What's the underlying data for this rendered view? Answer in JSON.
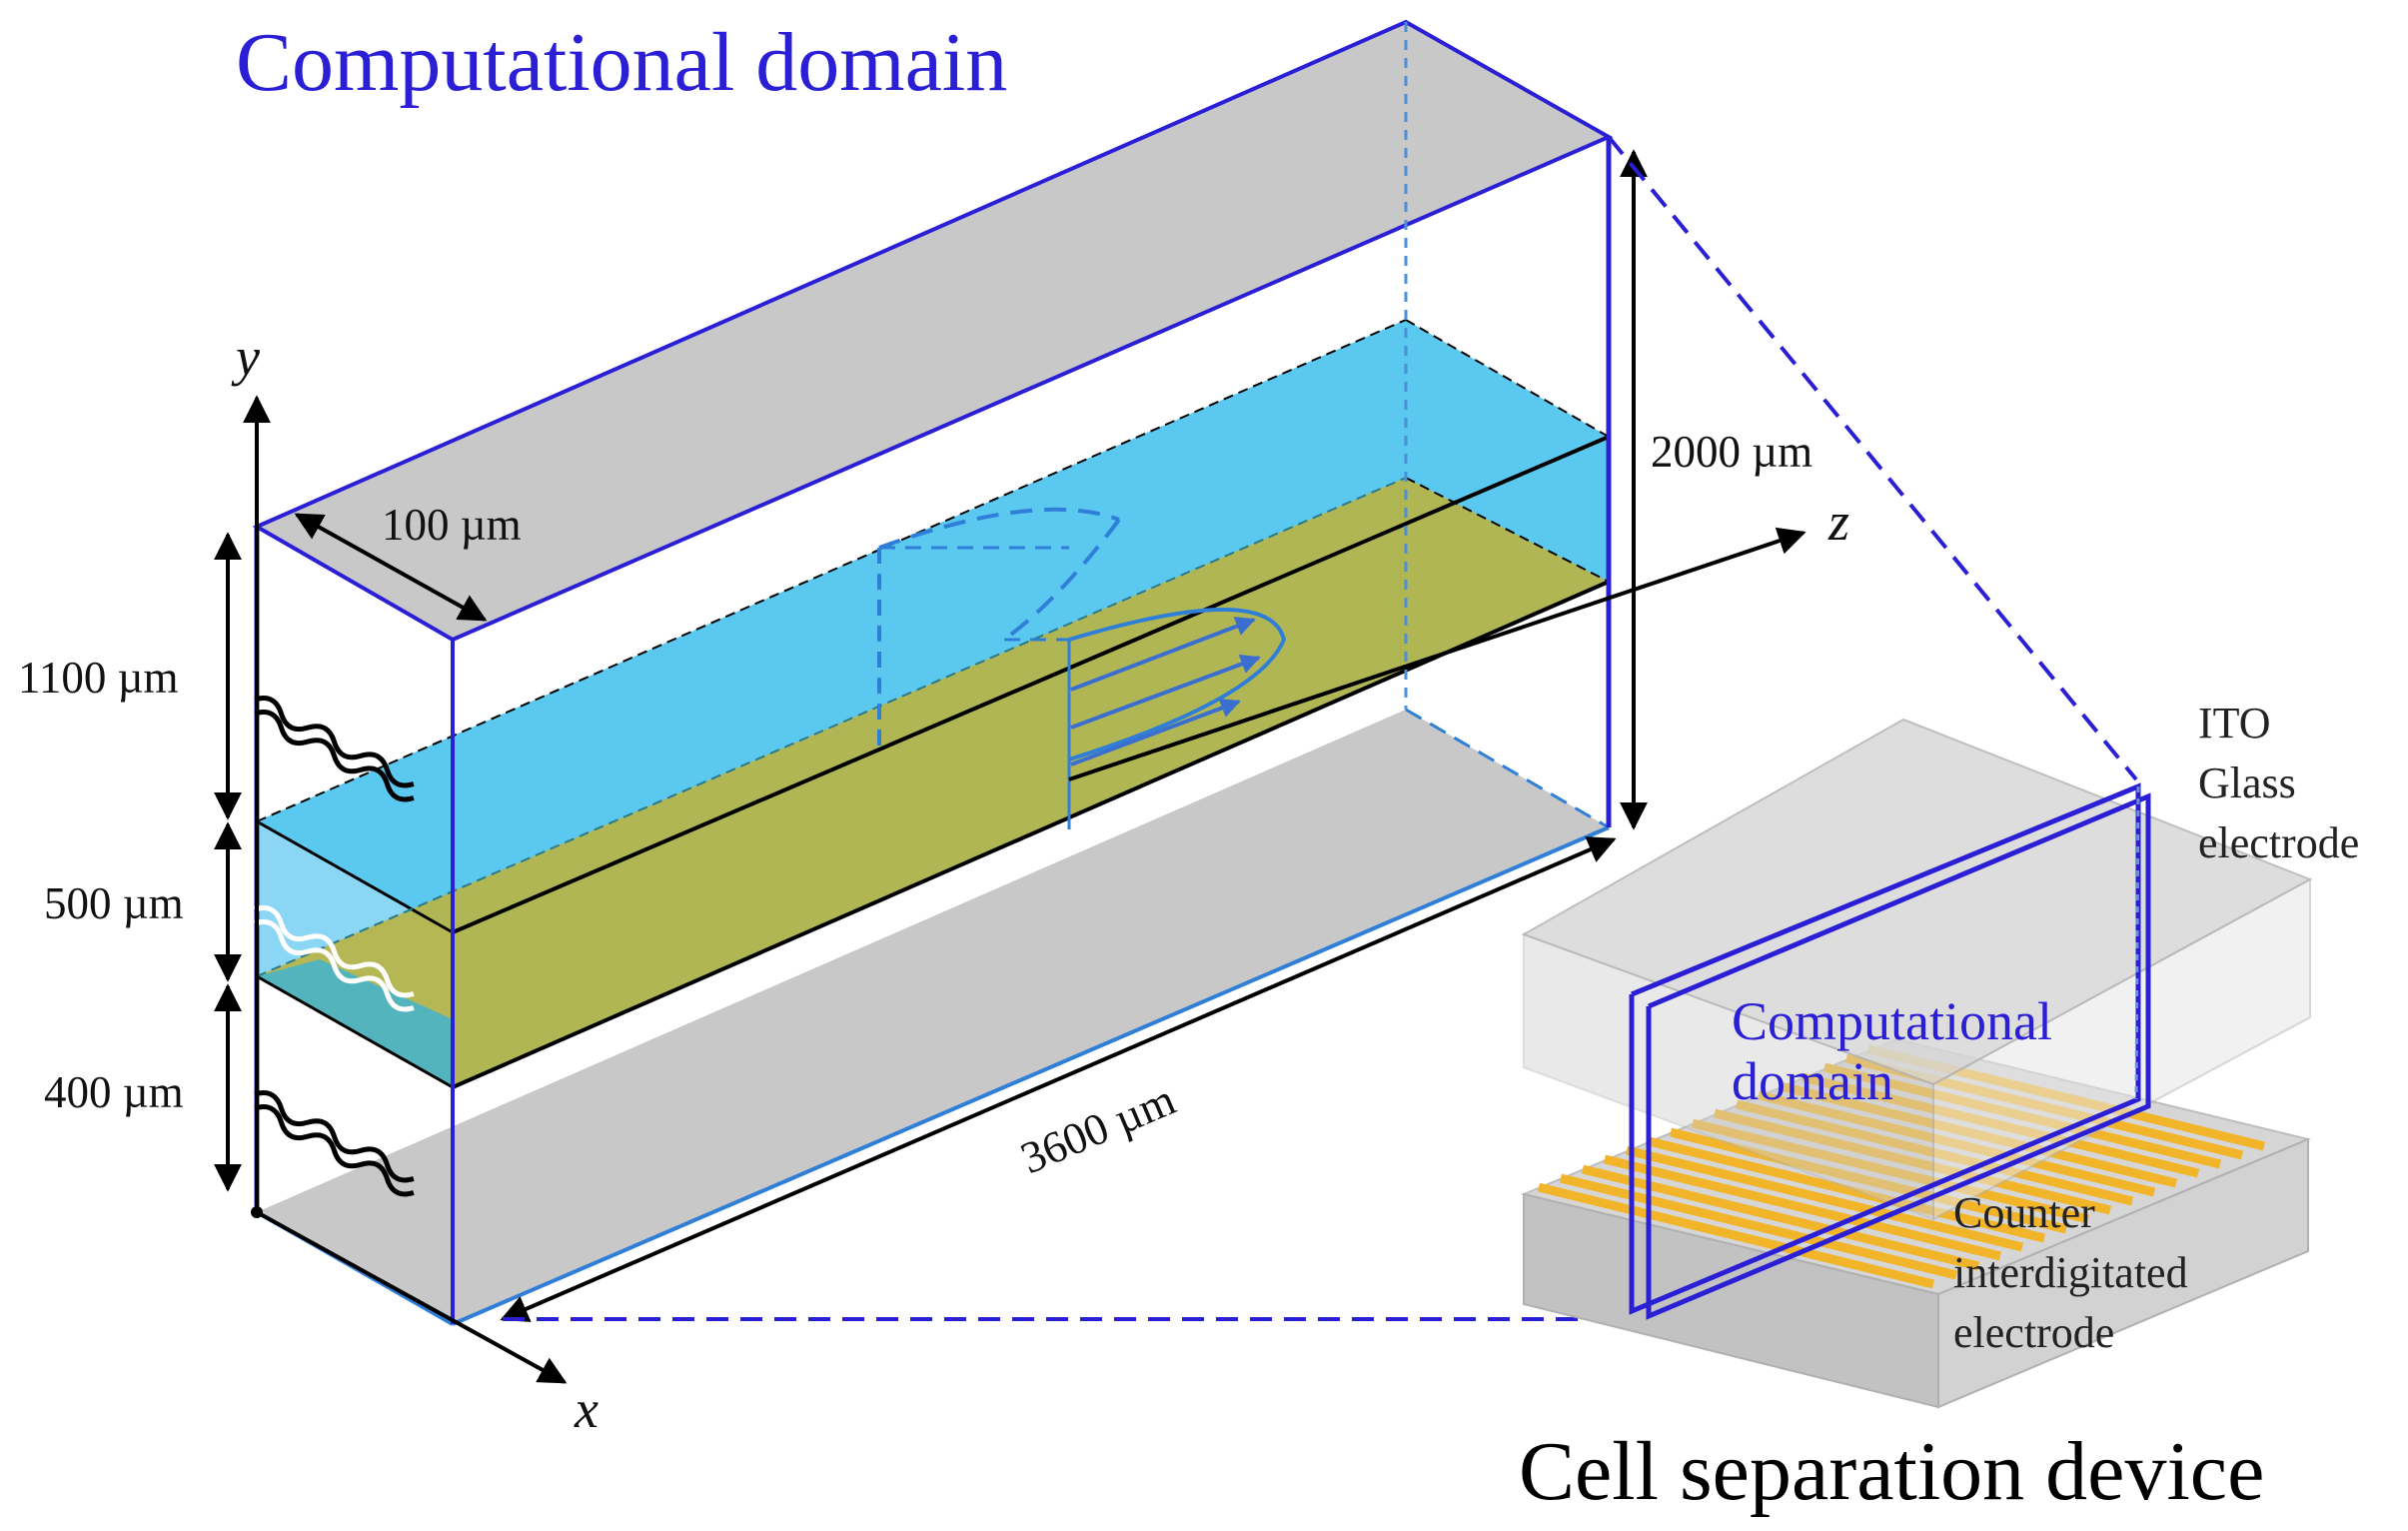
{
  "title": "Computational domain",
  "colors": {
    "domain_blue": "#2b1fd6",
    "fluid_blue": "#5bc8f0",
    "fluid_blue_dark": "#2ab2ea",
    "electrode_olive": "#b8b446",
    "glass_gray": "#c8c8c8",
    "gold_electrode": "#f2b428"
  },
  "axes": {
    "x": "x",
    "y": "y",
    "z": "z"
  },
  "dimensions": {
    "width": "100 µm",
    "height_total": "2000 µm",
    "length": "3600 µm",
    "upper_gap": "1100 µm",
    "channel": "500 µm",
    "lower_gap": "400 µm"
  },
  "device": {
    "title": "Cell separation device",
    "domain_label_line1": "Computational",
    "domain_label_line2": "domain",
    "top_electrode_line1": "ITO",
    "top_electrode_line2": "Glass",
    "top_electrode_line3": "electrode",
    "bottom_electrode_line1": "Counter",
    "bottom_electrode_line2": "interdigitated",
    "bottom_electrode_line3": "electrode"
  },
  "icons": [
    "wavy-break-icon",
    "flow-arrow-icon",
    "dimension-arrow-icon"
  ]
}
